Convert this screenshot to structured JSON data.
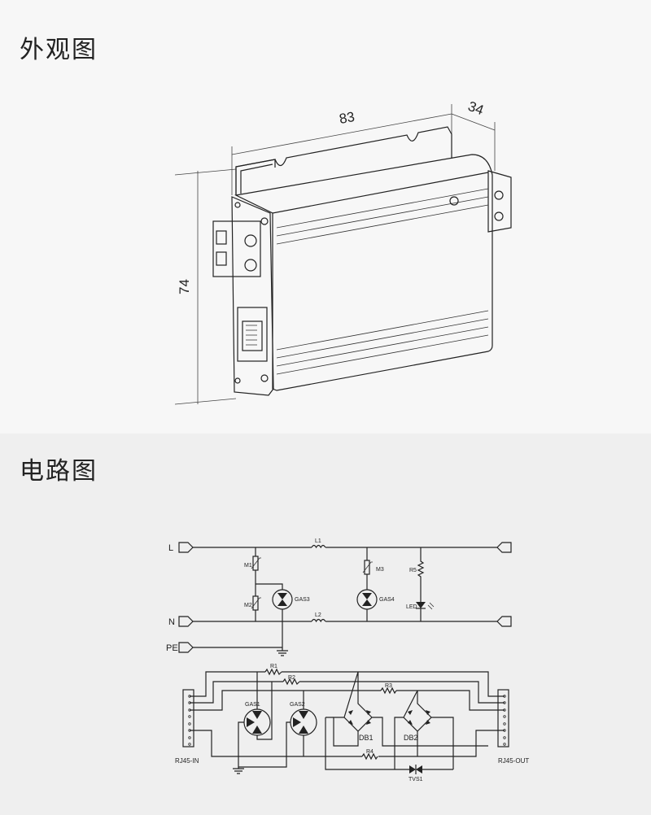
{
  "sections": {
    "appearance_title": "外观图",
    "circuit_title": "电路图"
  },
  "dimensions": {
    "width": "83",
    "depth": "34",
    "height": "74"
  },
  "power_circuit": {
    "terminals": [
      "L",
      "N",
      "PE"
    ],
    "components": [
      "L1",
      "L2",
      "M1",
      "M2",
      "M3",
      "GAS3",
      "GAS4",
      "R5",
      "LED"
    ]
  },
  "signal_circuit": {
    "connectors": [
      "RJ45-IN",
      "RJ45-OUT"
    ],
    "components": [
      "R1",
      "R2",
      "R3",
      "R4",
      "GAS1",
      "GAS2",
      "DB1",
      "DB2",
      "TVS1"
    ]
  }
}
